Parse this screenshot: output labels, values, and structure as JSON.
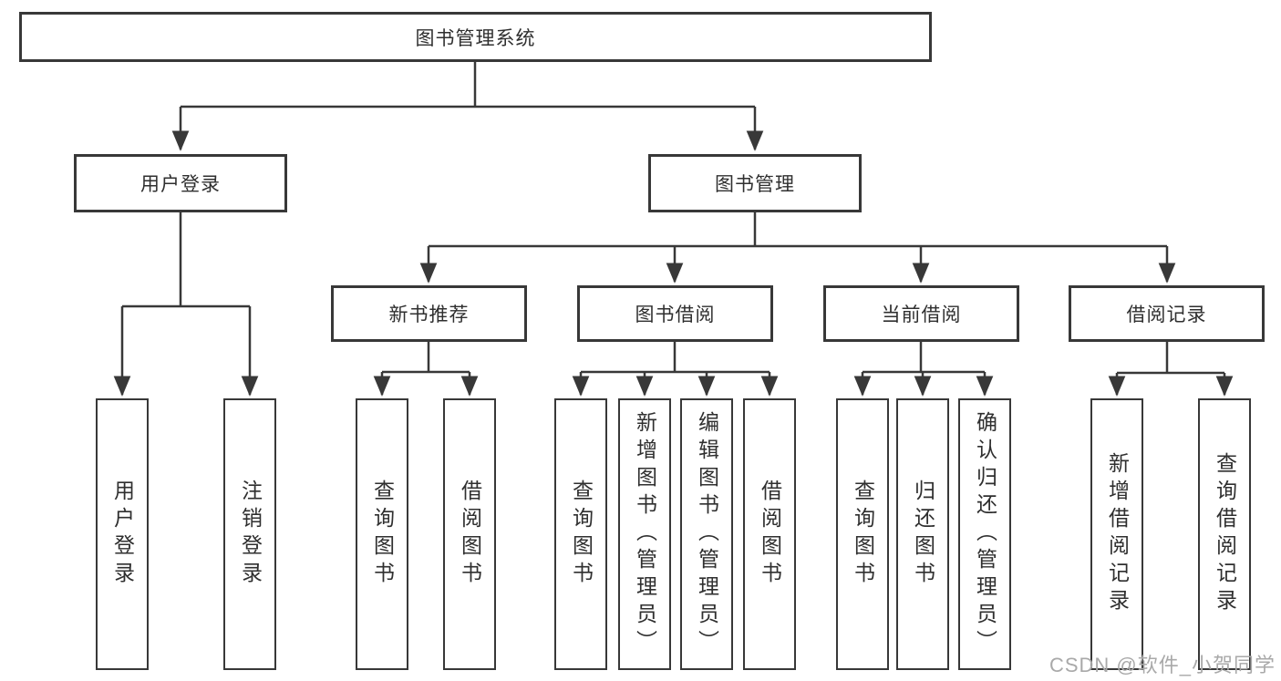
{
  "diagram": {
    "type": "hierarchy-tree",
    "watermark": "CSDN @软件_小贺同学",
    "colors": {
      "background": "#ffffff",
      "line": "#383838",
      "box_border": "#383838",
      "text": "#2f2f2f",
      "watermark_text": "#a9a9a9"
    },
    "nodes": {
      "root": {
        "label": "图书管理系统"
      },
      "user_login": {
        "label": "用户登录"
      },
      "book_mgmt": {
        "label": "图书管理"
      },
      "new_book_rec": {
        "label": "新书推荐"
      },
      "book_borrow": {
        "label": "图书借阅"
      },
      "current_borrow": {
        "label": "当前借阅"
      },
      "borrow_records": {
        "label": "借阅记录"
      },
      "leaf_user_login": {
        "label": "用户登录"
      },
      "leaf_logout": {
        "label": "注销登录"
      },
      "leaf_query_books_rec": {
        "label": "查询图书"
      },
      "leaf_borrow_books_rec": {
        "label": "借阅图书"
      },
      "leaf_query_books_borrow": {
        "label": "查询图书"
      },
      "leaf_add_book": {
        "label": "新增图书（管理员）"
      },
      "leaf_edit_book": {
        "label": "编辑图书（管理员）"
      },
      "leaf_borrow_books_borrow": {
        "label": "借阅图书"
      },
      "leaf_query_books_current": {
        "label": "查询图书"
      },
      "leaf_return_book": {
        "label": "归还图书"
      },
      "leaf_confirm_return": {
        "label": "确认归还（管理员）"
      },
      "leaf_add_borrow_record": {
        "label": "新增借阅记录"
      },
      "leaf_query_borrow_record": {
        "label": "查询借阅记录"
      }
    },
    "structure": {
      "root": {
        "user_login": [
          "leaf_user_login",
          "leaf_logout"
        ],
        "book_mgmt": {
          "new_book_rec": [
            "leaf_query_books_rec",
            "leaf_borrow_books_rec"
          ],
          "book_borrow": [
            "leaf_query_books_borrow",
            "leaf_add_book",
            "leaf_edit_book",
            "leaf_borrow_books_borrow"
          ],
          "current_borrow": [
            "leaf_query_books_current",
            "leaf_return_book",
            "leaf_confirm_return"
          ],
          "borrow_records": [
            "leaf_add_borrow_record",
            "leaf_query_borrow_record"
          ]
        }
      }
    }
  }
}
